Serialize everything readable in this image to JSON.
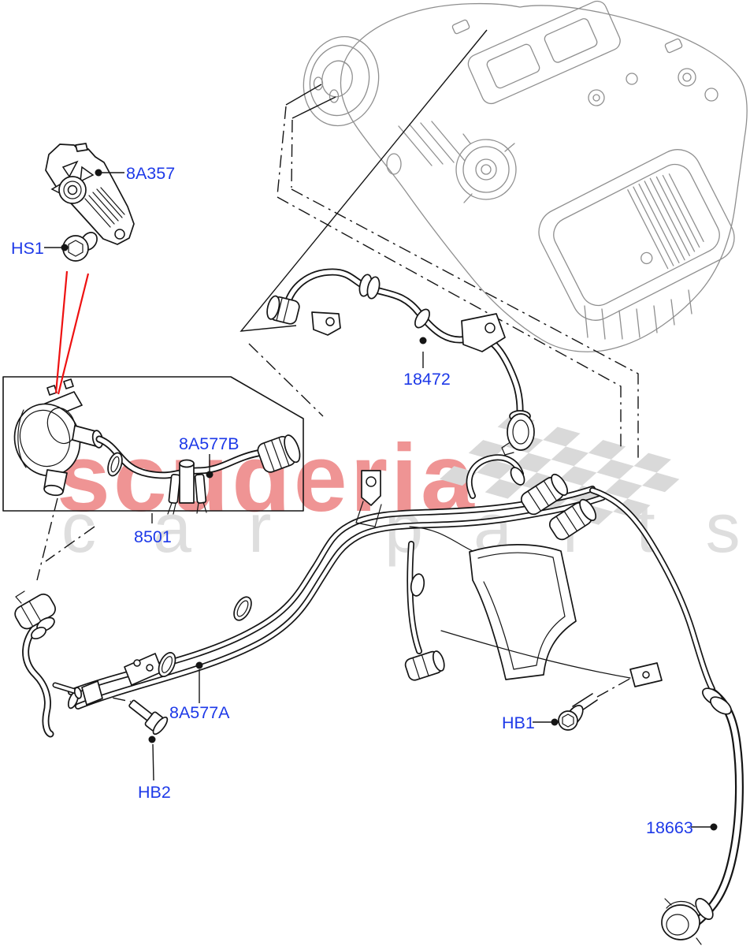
{
  "watermark": {
    "brand": "scuderia",
    "subtext_left": "car",
    "subtext_right": "parts"
  },
  "labels": {
    "bracket": "8A357",
    "screw_hs": "HS1",
    "pump_hose": "8A577B",
    "pump": "8501",
    "hose_top": "18472",
    "hose_main": "8A577A",
    "bolt_hb2": "HB2",
    "bolt_hb1": "HB1",
    "hose_lower": "18663"
  },
  "colors": {
    "ink": "#151515",
    "gray-line": "#8f8f8f",
    "label-blue": "#1d39e8",
    "red": "#ee1111",
    "wm-red": "#ef9494",
    "wm-gray": "#dedede",
    "checker": "#d9d9d9",
    "bg": "#ffffff"
  }
}
